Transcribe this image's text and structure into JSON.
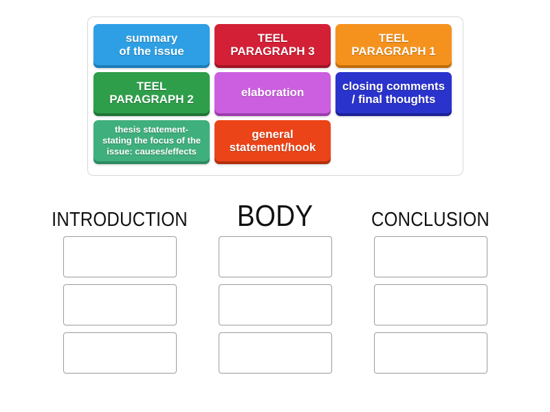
{
  "activity": {
    "type": "group-sort",
    "tray": {
      "name": "draggable-tiles-tray",
      "tiles": [
        {
          "id": "tile-summary",
          "label": "summary\nof the issue",
          "color": "#2E9FE5",
          "shadow": "#1C7CB8",
          "size": "lg"
        },
        {
          "id": "tile-teel-3",
          "label": "TEEL\nPARAGRAPH 3",
          "color": "#D32036",
          "shadow": "#9E1526",
          "size": "lg"
        },
        {
          "id": "tile-teel-1",
          "label": "TEEL\nPARAGRAPH 1",
          "color": "#F5921E",
          "shadow": "#C06C0C",
          "size": "lg"
        },
        {
          "id": "tile-teel-2",
          "label": "TEEL\nPARAGRAPH 2",
          "color": "#2E9E4B",
          "shadow": "#1E7435",
          "size": "lg"
        },
        {
          "id": "tile-elaboration",
          "label": "elaboration",
          "color": "#CC5FE0",
          "shadow": "#9C3DAD",
          "size": "lg"
        },
        {
          "id": "tile-closing",
          "label": "closing comments\n/ final thoughts",
          "color": "#2A33CC",
          "shadow": "#1B2196",
          "size": "lg"
        },
        {
          "id": "tile-thesis",
          "label": "thesis statement-\nstating the focus of the\nissue: causes/effects",
          "color": "#3FAF7D",
          "shadow": "#2C8A60",
          "size": "sm"
        },
        {
          "id": "tile-general",
          "label": "general\nstatement/hook",
          "color": "#EB4418",
          "shadow": "#B32F0D",
          "size": "lg"
        }
      ]
    },
    "columns": [
      {
        "id": "column-introduction",
        "heading": "INTRODUCTION",
        "emphasis": "normal",
        "slots": 3
      },
      {
        "id": "column-body",
        "heading": "BODY",
        "emphasis": "big",
        "slots": 3
      },
      {
        "id": "column-conclusion",
        "heading": "CONCLUSION",
        "emphasis": "normal",
        "slots": 3
      }
    ],
    "drop_zones": {
      "name": "empty-drop-zone",
      "value": "",
      "placeholder": ""
    }
  }
}
